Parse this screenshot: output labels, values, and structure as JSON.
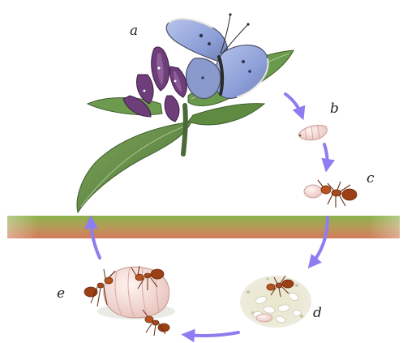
{
  "diagram": {
    "labels": {
      "a": "a",
      "b": "b",
      "c": "c",
      "d": "d",
      "e": "e"
    },
    "icons": {
      "butterfly": "butterfly-icon",
      "gentian_plant": "gentian-plant-icon",
      "caterpillar": "caterpillar-icon",
      "ant_carrying_larva": "ant-carrying-larva-icon",
      "ant_nest_brood": "ant-nest-brood-icon",
      "ants_feeding_larva": "ants-feeding-larva-icon",
      "ground_band": "ground-band"
    },
    "colors": {
      "arrow": "#8e7df0",
      "ground_top": "#8bb24a",
      "ground_bottom": "#d47a5a",
      "leaf": "#5f8a45",
      "flower": "#6e3e7a",
      "butterfly_wing": "#8ea3d9",
      "ant": "#b5541f",
      "larva": "#f1d6d2"
    }
  }
}
